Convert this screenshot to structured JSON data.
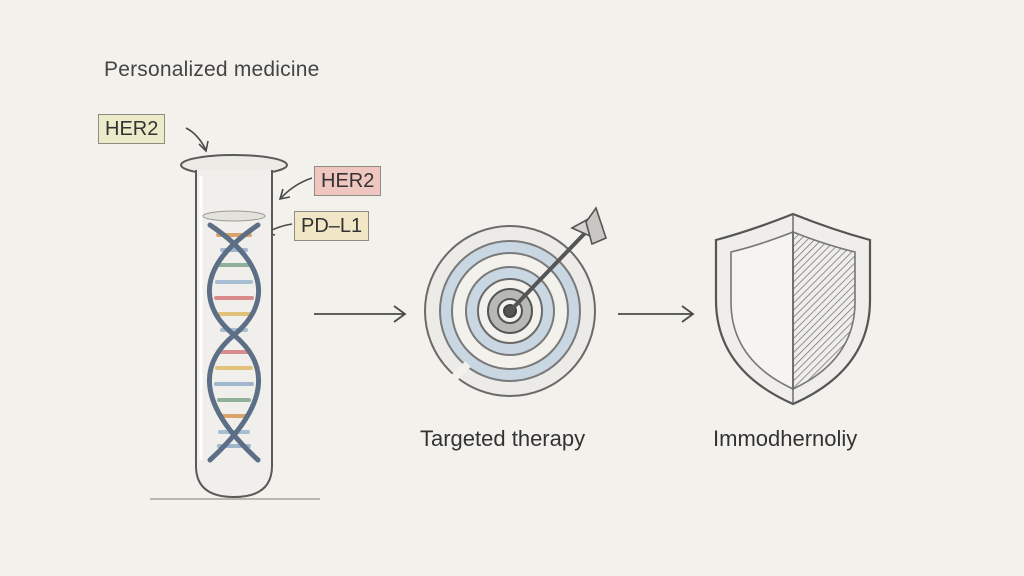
{
  "title": "Personalized medicine",
  "biomarkers": [
    {
      "label": "HER2",
      "color": "#ecebc9"
    },
    {
      "label": "HER2",
      "color": "#efc6c0"
    },
    {
      "label": "PD–L1",
      "color": "#f1e6c6"
    }
  ],
  "steps": [
    {
      "label": "Targeted therapy",
      "icon": "target-with-arrow-icon"
    },
    {
      "label": "Immodhernoliy",
      "icon": "shield-icon"
    }
  ],
  "sample_icon": "test-tube-dna-icon",
  "colors": {
    "background": "#f3f1ec",
    "stroke": "#5a5a5a",
    "dna_strand": "#5d6f86",
    "target_ring_blue": "#c9d7e3"
  }
}
